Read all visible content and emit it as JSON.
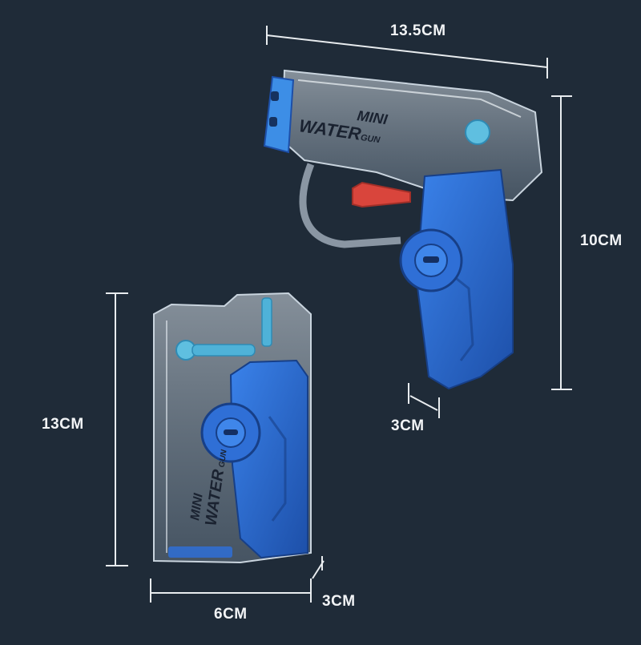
{
  "dimensions": {
    "pistol_length": "13.5CM",
    "pistol_height": "10CM",
    "pistol_grip_depth": "3CM",
    "folded_height": "13CM",
    "folded_width": "6CM",
    "folded_depth": "3CM"
  },
  "product_text": {
    "line1": "MINI",
    "line2": "WATER",
    "line3": "GUN"
  },
  "colors": {
    "background": "#1f2b38",
    "dimension_line": "#e8ecef",
    "body_clear": "#b9c6d2",
    "grip_blue": "#2f6fd6",
    "grip_blue_dark": "#1d4fa8",
    "nozzle_cyan": "#4fb2d8",
    "trigger_red": "#d9453c"
  }
}
